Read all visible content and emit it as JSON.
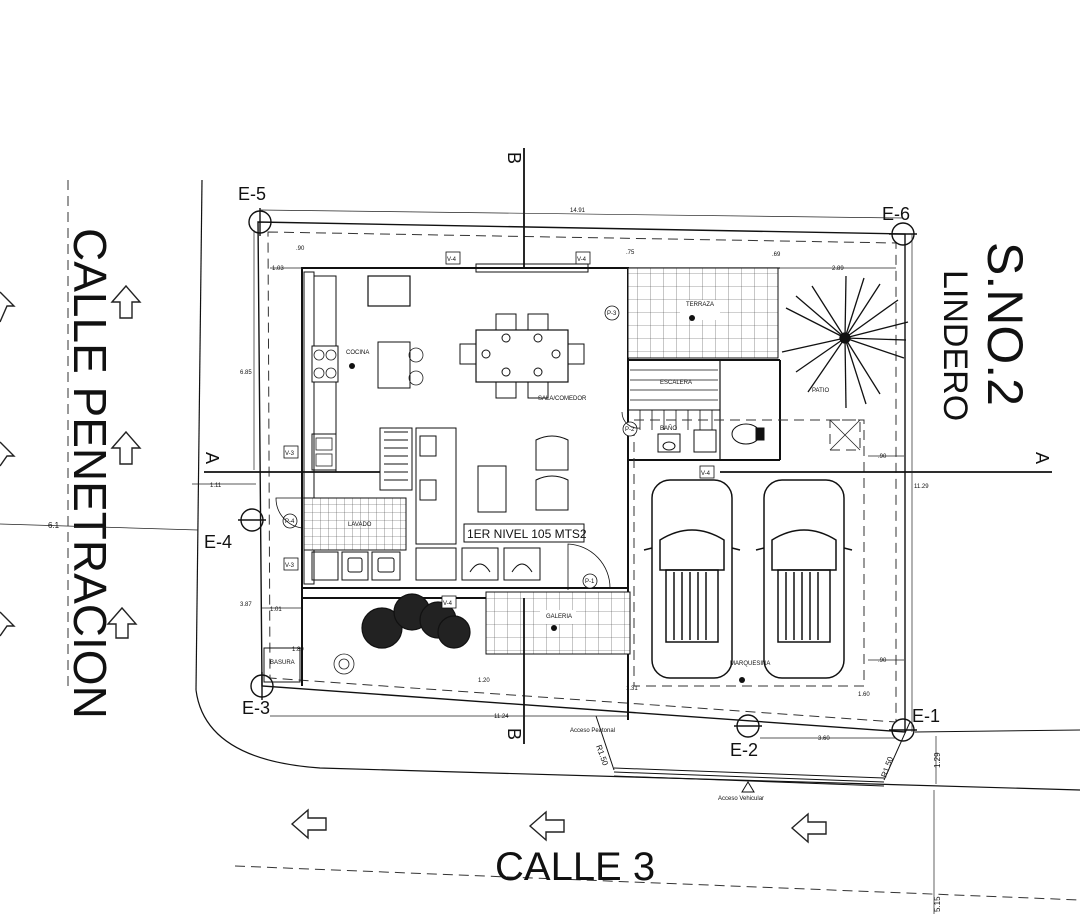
{
  "labels": {
    "street_left": "CALLE PENETRACION",
    "street_bottom": "CALLE 3",
    "neighbor_lot": "S.NO.2",
    "neighbor_boundary": "LINDERO",
    "level_label": "1ER NIVEL 105 MTS2",
    "section_b": "B",
    "section_a": "A",
    "pedestrian_access": "Acceso Peatonal",
    "vehicle_access": "Acceso Vehicular",
    "radius_left": "R1.50",
    "radius_right": "R1.50"
  },
  "points": {
    "e1": "E-1",
    "e2": "E-2",
    "e3": "E-3",
    "e4": "E-4",
    "e5": "E-5",
    "e6": "E-6"
  },
  "rooms": {
    "cocina": "COCINA",
    "sala_comedor": "SALA/COMEDOR",
    "terraza": "TERRAZA",
    "escalera": "ESCALERA",
    "bano": "BAÑO",
    "lavado": "LAVADO",
    "patio": "PATIO",
    "galeria": "GALERIA",
    "marquesina": "MARQUESINA",
    "basura": "BASURA"
  },
  "tags": {
    "v4a": "V-4",
    "v4b": "V-4",
    "v4c": "V-4",
    "v4d": "V-4",
    "v3a": "V-3",
    "v3b": "V-3",
    "p1": "P-1",
    "p2": "P-2",
    "p3": "P-3",
    "p4": "P-4"
  },
  "dims": {
    "d1491": "14.91",
    "d090a": ".90",
    "d103": "1.03",
    "d075": ".75",
    "d069": ".69",
    "d289": "2.89",
    "d685": "6.85",
    "d111": "1.11",
    "d61": "6.1",
    "d387": "3.87",
    "d101": "1.01",
    "d189": "1.89",
    "d120": "1.20",
    "d1124": "11.24",
    "d131": "1.31",
    "d360": "3.60",
    "d160": "1.60",
    "d090b": ".90",
    "d090c": ".90",
    "d1129": "11.29",
    "d129": "1.29",
    "d515": "5.15"
  }
}
